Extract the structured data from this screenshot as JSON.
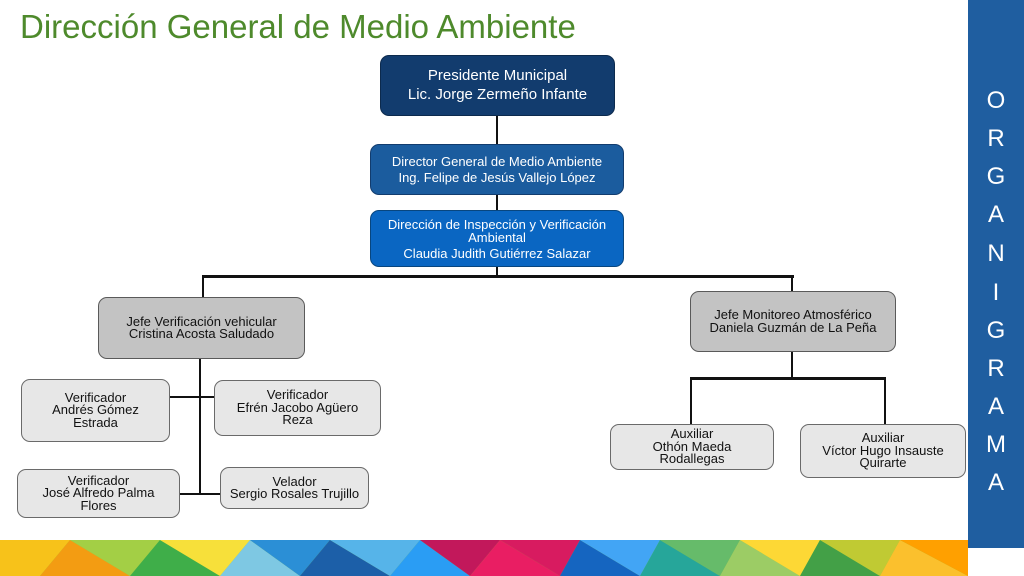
{
  "title": "Dirección General de Medio Ambiente",
  "side_label": [
    "O",
    "R",
    "G",
    "A",
    "N",
    "I",
    "G",
    "R",
    "A",
    "M",
    "A"
  ],
  "nodes": {
    "presidente": [
      "Presidente Municipal",
      "Lic. Jorge Zermeño Infante"
    ],
    "director": [
      "Director General de Medio Ambiente",
      "Ing. Felipe de Jesús Vallejo López"
    ],
    "direccion_inspeccion": [
      "Dirección de Inspección y Verificación",
      "Ambiental",
      "Claudia Judith Gutiérrez Salazar"
    ],
    "jefe_vehicular": [
      "Jefe Verificación vehicular",
      "Cristina Acosta Saludado"
    ],
    "jefe_monitoreo": [
      "Jefe Monitoreo Atmosférico",
      "Daniela Guzmán de La Peña"
    ],
    "verificador_andres": [
      "Verificador",
      "Andrés Gómez",
      "Estrada"
    ],
    "verificador_efren": [
      "Verificador",
      "Efrén Jacobo Agüero",
      "Reza"
    ],
    "verificador_jose": [
      "Verificador",
      "José Alfredo Palma",
      "Flores"
    ],
    "velador_sergio": [
      "Velador",
      "Sergio Rosales Trujillo"
    ],
    "auxiliar_othon": [
      "Auxiliar",
      "Othón Maeda",
      "Rodallegas"
    ],
    "auxiliar_victor": [
      "Auxiliar",
      "Víctor Hugo Insauste",
      "Quirarte"
    ]
  },
  "colors": {
    "title": "#4e8a2c",
    "side_bar": "#1f5ea0",
    "top_box": "#123c6e",
    "director_box": "#1b5c9e",
    "inspection_box": "#0a66c2",
    "chief_box": "#c3c3c3",
    "staff_box": "#e7e7e7"
  }
}
